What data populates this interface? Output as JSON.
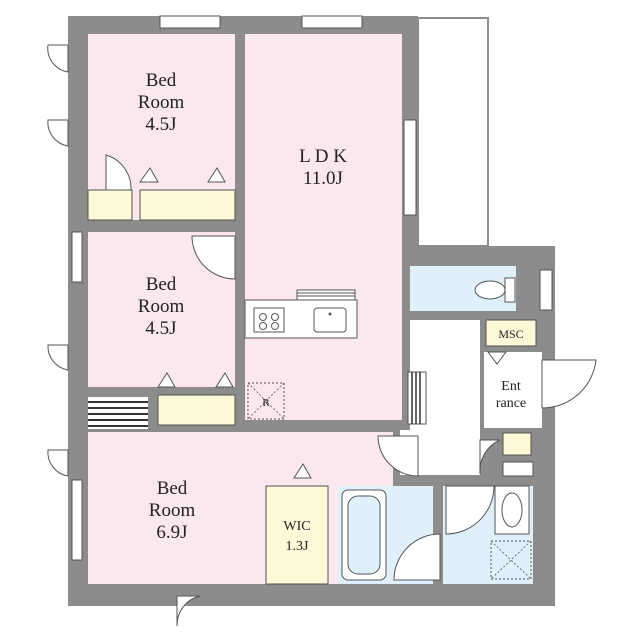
{
  "rooms": {
    "bed1": {
      "name1": "Bed",
      "name2": "Room",
      "size": "4.5J"
    },
    "ldk": {
      "name": "L D K",
      "size": "11.0J"
    },
    "bed2": {
      "name1": "Bed",
      "name2": "Room",
      "size": "4.5J"
    },
    "bed3": {
      "name1": "Bed",
      "name2": "Room",
      "size": "6.9J"
    },
    "wic": {
      "name": "WIC",
      "size": "1.3J"
    },
    "entrance": {
      "name1": "Ent",
      "name2": "rance"
    },
    "msc": {
      "name": "MSC"
    }
  },
  "fixtures": {
    "fridge_mark": "R"
  },
  "colors": {
    "wall": "#8c8c8c",
    "room_pink": "#fbe8ef",
    "wet_blue": "#dff0fb",
    "storage_yellow": "#fdf8d8",
    "hall_white": "#ffffff"
  }
}
